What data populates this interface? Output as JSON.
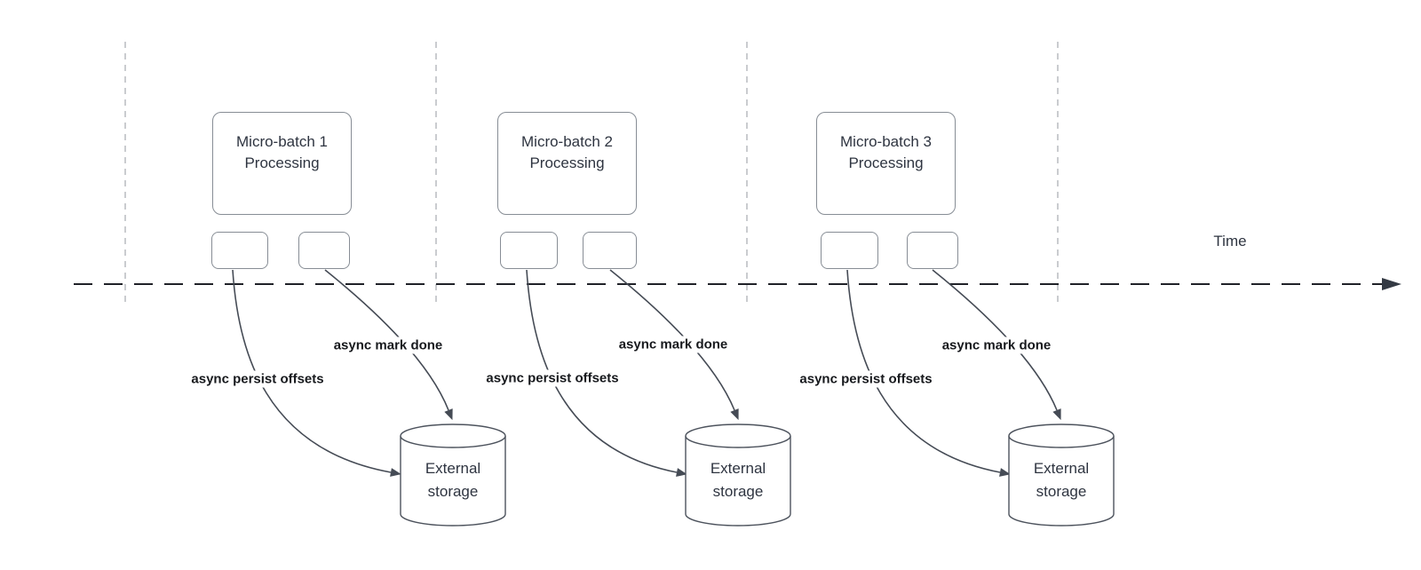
{
  "diagram": {
    "time_label": "Time",
    "sections": [
      {
        "box": {
          "line1": "Micro-batch 1",
          "line2": "Processing"
        },
        "persist_label": "async persist offsets",
        "done_label": "async mark done",
        "storage": {
          "line1": "External",
          "line2": "storage"
        }
      },
      {
        "box": {
          "line1": "Micro-batch 2",
          "line2": "Processing"
        },
        "persist_label": "async persist offsets",
        "done_label": "async mark done",
        "storage": {
          "line1": "External",
          "line2": "storage"
        }
      },
      {
        "box": {
          "line1": "Micro-batch 3",
          "line2": "Processing"
        },
        "persist_label": "async persist offsets",
        "done_label": "async mark done",
        "storage": {
          "line1": "External",
          "line2": "storage"
        }
      }
    ],
    "colors": {
      "curve_stroke": "#454b55",
      "box_border": "#878d95",
      "box_text": "#2e3440",
      "label_text": "#17191d",
      "timeline_stroke": "#202228",
      "gridline_stroke": "#b4b7bb",
      "background": "#ffffff"
    }
  }
}
